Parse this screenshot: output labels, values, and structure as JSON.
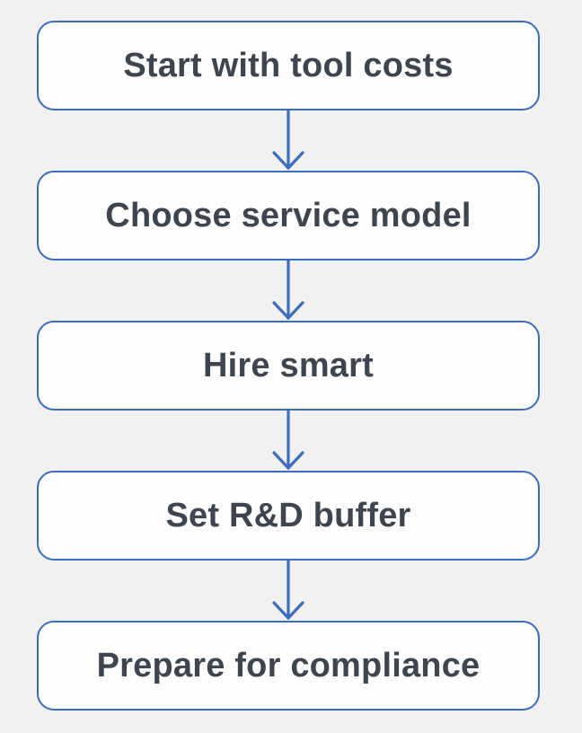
{
  "diagram": {
    "type": "flowchart",
    "direction": "top-down",
    "steps": [
      {
        "label": "Start with tool costs"
      },
      {
        "label": "Choose service model"
      },
      {
        "label": "Hire smart"
      },
      {
        "label": "Set R&D buffer"
      },
      {
        "label": "Prepare for compliance"
      }
    ],
    "connector": "arrow-down",
    "colors": {
      "background": "#f2f1f1",
      "node_fill": "#fefefe",
      "node_border": "#3a6cc0",
      "arrow": "#3a6cc0",
      "text": "#3d4650"
    }
  }
}
